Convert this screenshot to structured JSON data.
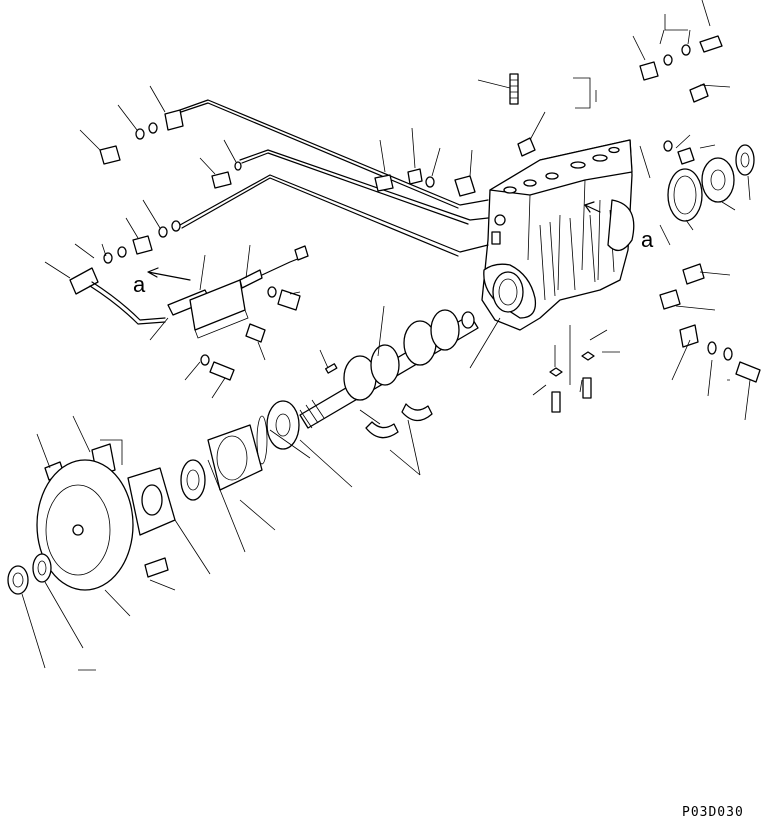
{
  "diagram": {
    "drawing_code": "P03D030",
    "view_labels": [
      "a",
      "a"
    ]
  }
}
